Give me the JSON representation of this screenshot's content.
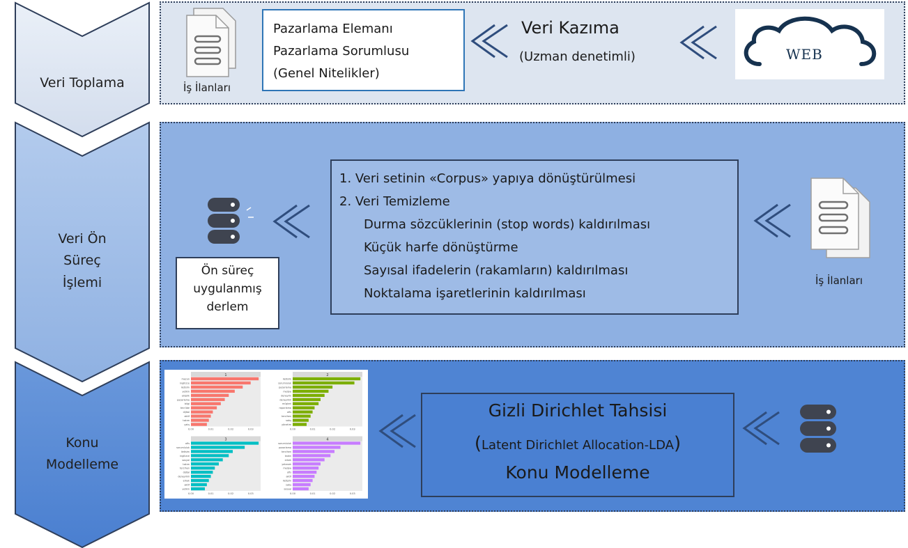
{
  "stages": [
    {
      "label_lines": [
        "Veri Toplama"
      ]
    },
    {
      "label_lines": [
        "Veri Ön",
        "Süreç",
        "İşlemi"
      ]
    },
    {
      "label_lines": [
        "Konu",
        "Modelleme"
      ]
    }
  ],
  "collection": {
    "doc_caption": "İş İlanları",
    "job_lines": [
      "Pazarlama Elemanı",
      "Pazarlama Sorumlusu",
      "(Genel Nitelikler)"
    ],
    "scrape_title": "Veri Kazıma",
    "scrape_sub": "(Uzman denetimli)",
    "web_label": "WEB"
  },
  "preprocess": {
    "steps": [
      "1. Veri setinin «Corpus» yapıya dönüştürülmesi",
      "2. Veri Temizleme",
      "Durma sözcüklerinin (stop words) kaldırılması",
      "Küçük harfe dönüştürme",
      "Sayısal ifadelerin (rakamların) kaldırılması",
      "Noktalama işaretlerinin kaldırılması"
    ],
    "corpus_lines": [
      "Ön süreç",
      "uygulanmış",
      "derlem"
    ],
    "doc_caption": "İş İlanları"
  },
  "modeling": {
    "lda_title": "Gizli Dirichlet Tahsisi",
    "lda_paren_open": "(",
    "lda_sub": "Latent Dirichlet Allocation-LDA",
    "lda_paren_close": ")",
    "lda_method": "Konu Modelleme"
  },
  "topic_chart": {
    "panels": [
      {
        "title": "1",
        "color": "#f8766d",
        "terms": [
          "mezun",
          "ingilizce",
          "iletisim",
          "yetkin",
          "ekiplik",
          "pazarlama",
          "bilgi",
          "tecrübe",
          "dijital",
          "aktif",
          "takım",
          "çalış"
        ],
        "values": [
          0.034,
          0.03,
          0.026,
          0.022,
          0.019,
          0.017,
          0.015,
          0.013,
          0.011,
          0.01,
          0.009,
          0.008
        ]
      },
      {
        "title": "2",
        "color": "#7cae00",
        "terms": [
          "iletisim",
          "sorumluluk",
          "pazarlama",
          "medya",
          "deneyim",
          "deneyimli",
          "müşteri",
          "raporlama",
          "ofis",
          "tercihen",
          "satış",
          "yönetim"
        ],
        "values": [
          0.034,
          0.031,
          0.02,
          0.018,
          0.016,
          0.014,
          0.013,
          0.011,
          0.01,
          0.009,
          0.008,
          0.007
        ]
      },
      {
        "title": "3",
        "color": "#00bfc4",
        "terms": [
          "ofis",
          "sorumluluk",
          "iletisim",
          "ingilizce",
          "sosyal",
          "takım",
          "tercihen",
          "dijital",
          "deneyimli",
          "erkek",
          "aktif",
          "yetkin"
        ],
        "values": [
          0.034,
          0.027,
          0.021,
          0.019,
          0.016,
          0.014,
          0.012,
          0.011,
          0.01,
          0.009,
          0.008,
          0.007
        ]
      },
      {
        "title": "4",
        "color": "#c77cff",
        "terms": [
          "sorumluluk",
          "pazarlama",
          "tercihen",
          "kadın",
          "erkek",
          "yetenek",
          "medya",
          "ofis",
          "aktif",
          "iletişim",
          "satış",
          "sosyal"
        ],
        "values": [
          0.034,
          0.024,
          0.021,
          0.019,
          0.016,
          0.014,
          0.013,
          0.012,
          0.011,
          0.01,
          0.009,
          0.008
        ]
      }
    ],
    "x_ticks": [
      "0.00",
      "0.01",
      "0.02",
      "0.03"
    ]
  },
  "colors": {
    "stage1": "#dde5f0",
    "stage2": "#9bb9e3",
    "stage3": "#5a8bd4",
    "band1": "#dde5f0",
    "band2": "#8eb0e2",
    "band3": "#4f84d3",
    "chevron": "#2f4d7d"
  }
}
